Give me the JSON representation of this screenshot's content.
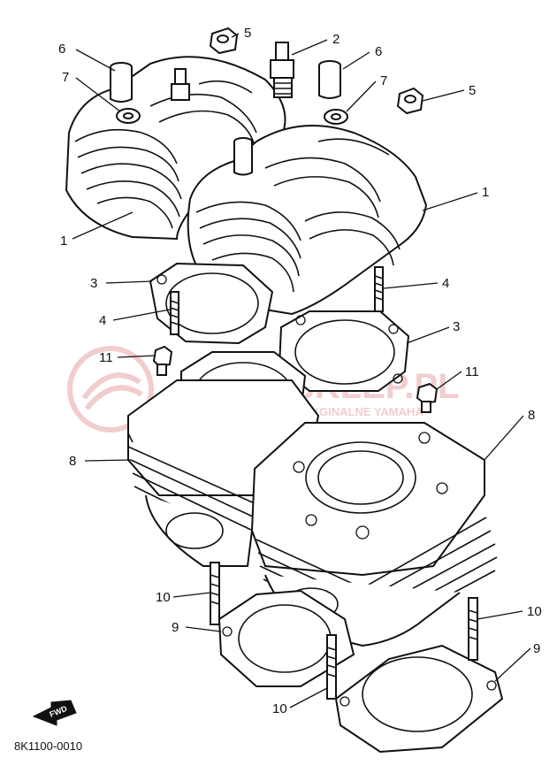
{
  "diagram": {
    "drawing_code": "8K1100-0010",
    "forward_marker": "FWD",
    "watermark": {
      "text": "AMASKLEP.PL",
      "subtext": "CZĘŚCI ORYGINALNE YAMAHA",
      "color": "#e8a6a6"
    },
    "callouts": [
      {
        "id": "c5a",
        "label": "5"
      },
      {
        "id": "c2",
        "label": "2"
      },
      {
        "id": "c6a",
        "label": "6"
      },
      {
        "id": "c6b",
        "label": "6"
      },
      {
        "id": "c7a",
        "label": "7"
      },
      {
        "id": "c7b",
        "label": "7"
      },
      {
        "id": "c5b",
        "label": "5"
      },
      {
        "id": "c1a",
        "label": "1"
      },
      {
        "id": "c1b",
        "label": "1"
      },
      {
        "id": "c3a",
        "label": "3"
      },
      {
        "id": "c4a",
        "label": "4"
      },
      {
        "id": "c4b",
        "label": "4"
      },
      {
        "id": "c3b",
        "label": "3"
      },
      {
        "id": "c11a",
        "label": "11"
      },
      {
        "id": "c11b",
        "label": "11"
      },
      {
        "id": "c8a",
        "label": "8"
      },
      {
        "id": "c8b",
        "label": "8"
      },
      {
        "id": "c10a",
        "label": "10"
      },
      {
        "id": "c10b",
        "label": "10"
      },
      {
        "id": "c9a",
        "label": "9"
      },
      {
        "id": "c9b",
        "label": "9"
      },
      {
        "id": "c10c",
        "label": "10"
      }
    ]
  }
}
